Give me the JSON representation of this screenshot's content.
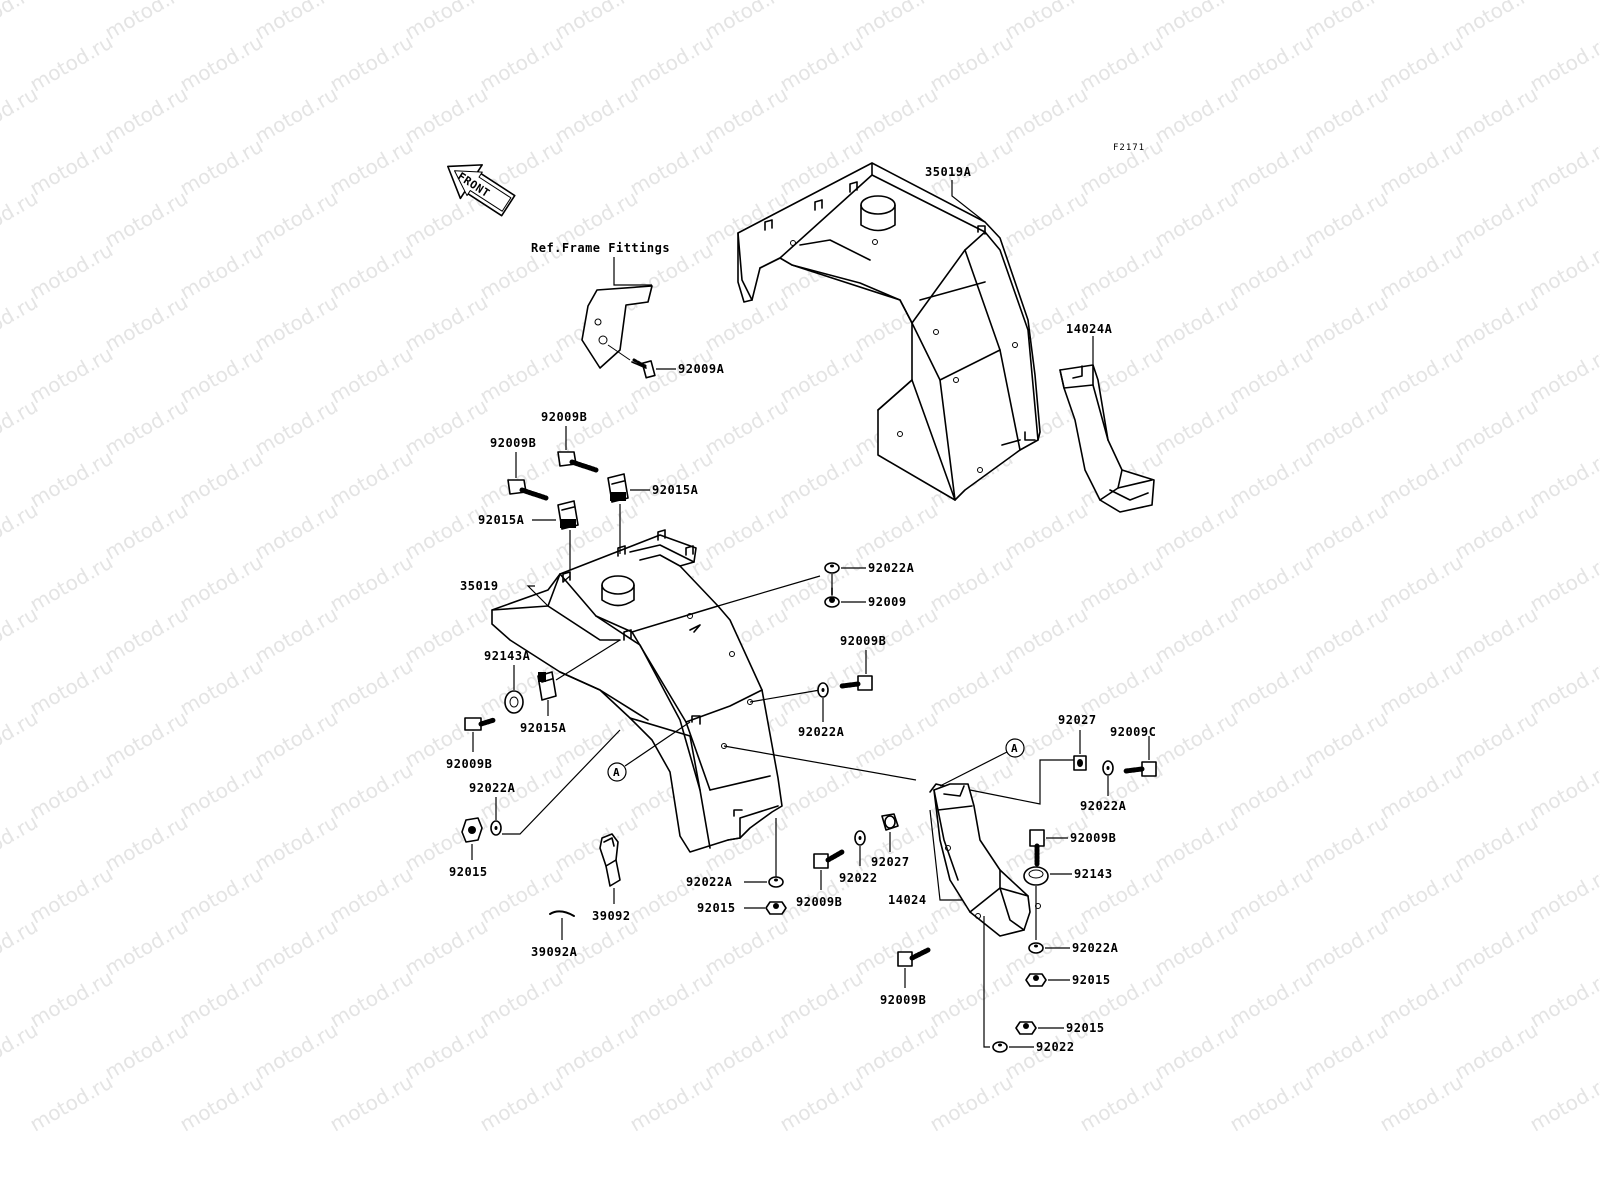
{
  "watermark": "motod.ru",
  "sheet_code": "F2171",
  "front_label": "FRONT",
  "ref_label": "Ref.Frame Fittings",
  "view_marker": "A",
  "parts": {
    "p35019A": "35019A",
    "p35019": "35019",
    "p14024A": "14024A",
    "p14024": "14024",
    "p92009A": "92009A",
    "p92009B_1": "92009B",
    "p92009B_2": "92009B",
    "p92009B_3": "92009B",
    "p92009B_4": "92009B",
    "p92009B_5": "92009B",
    "p92009B_6": "92009B",
    "p92009B_7": "92009B",
    "p92009C": "92009C",
    "p92009": "92009",
    "p92015A_1": "92015A",
    "p92015A_2": "92015A",
    "p92015A_3": "92015A",
    "p92015_1": "92015",
    "p92015_2": "92015",
    "p92015_3": "92015",
    "p92015_4": "92015",
    "p92022A_1": "92022A",
    "p92022A_2": "92022A",
    "p92022A_3": "92022A",
    "p92022A_4": "92022A",
    "p92022A_5": "92022A",
    "p92022A_6": "92022A",
    "p92022_1": "92022",
    "p92022_2": "92022",
    "p92027_1": "92027",
    "p92027_2": "92027",
    "p92143A": "92143A",
    "p92143": "92143",
    "p39092": "39092",
    "p39092A": "39092A"
  }
}
